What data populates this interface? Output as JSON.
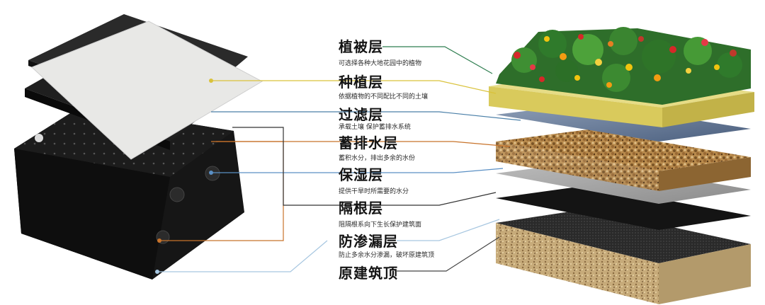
{
  "layers": [
    {
      "key": "vegetation",
      "title": "植被层",
      "desc": "可选择各种大地花园中的植物",
      "line_color": "#2e7d4f"
    },
    {
      "key": "planting",
      "title": "种植层",
      "desc": "依据植物的不同配比不同的土壤",
      "line_color": "#d9c23a"
    },
    {
      "key": "filter",
      "title": "过滤层",
      "desc": "承载土壤 保护蓄排水系统",
      "line_color": "#4a7fa8"
    },
    {
      "key": "drainage",
      "title": "蓄排水层",
      "desc": "蓄积水分，排出多余的水份",
      "line_color": "#c8732a"
    },
    {
      "key": "moisture",
      "title": "保湿层",
      "desc": "提供干旱时所需要的水分",
      "line_color": "#5a8fc4"
    },
    {
      "key": "root",
      "title": "隔根层",
      "desc": "阻隔根系向下生长保护建筑面",
      "line_color": "#333333"
    },
    {
      "key": "waterproof",
      "title": "防渗漏层",
      "desc": "防止多余水分渗漏，破坏原建筑顶",
      "line_color": "#a6c6e0"
    },
    {
      "key": "roof",
      "title": "原建筑顶",
      "desc": "",
      "line_color": "#444444"
    }
  ]
}
